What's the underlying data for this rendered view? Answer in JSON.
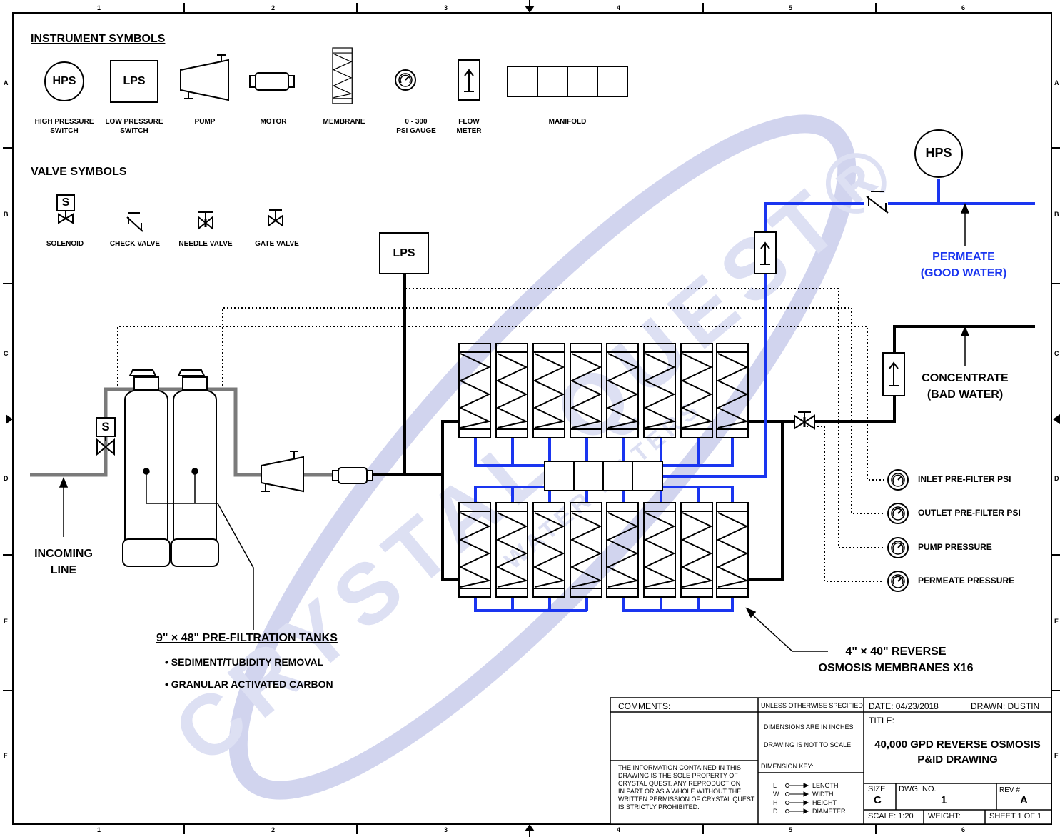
{
  "border": {
    "columns": [
      "1",
      "2",
      "3",
      "4",
      "5",
      "6"
    ],
    "rows": [
      "A",
      "B",
      "C",
      "D",
      "E",
      "F"
    ]
  },
  "instrument_symbols": {
    "heading": "INSTRUMENT SYMBOLS",
    "hps_text": "HPS",
    "lps_text": "LPS",
    "labels": {
      "hps": [
        "HIGH PRESSURE",
        "SWITCH"
      ],
      "lps": [
        "LOW PRESSURE",
        "SWITCH"
      ],
      "pump": "PUMP",
      "motor": "MOTOR",
      "membrane": "MEMBRANE",
      "gauge": [
        "0 - 300",
        "PSI GAUGE"
      ],
      "flow": [
        "FLOW",
        "METER"
      ],
      "manifold": "MANIFOLD"
    }
  },
  "valve_symbols": {
    "heading": "VALVE SYMBOLS",
    "solenoid_letter": "S",
    "labels": {
      "solenoid": "SOLENOID",
      "check": "CHECK VALVE",
      "needle": "NEEDLE VALVE",
      "gate": "GATE VALVE"
    }
  },
  "diagram": {
    "lps": "LPS",
    "hps": "HPS",
    "solenoid_letter": "S",
    "permeate": [
      "PERMEATE",
      "(GOOD WATER)"
    ],
    "concentrate": [
      "CONCENTRATE",
      "(BAD WATER)"
    ],
    "incoming": [
      "INCOMING",
      "LINE"
    ],
    "tanks_title": "9\" × 48\" PRE-FILTRATION TANKS",
    "tanks_bullets": [
      "• SEDIMENT/TUBIDITY REMOVAL",
      "• GRANULAR ACTIVATED CARBON"
    ],
    "membranes": [
      "4\" × 40\" REVERSE",
      "OSMOSIS MEMBRANES X16"
    ],
    "gauges": [
      "INLET PRE-FILTER PSI",
      "OUTLET PRE-FILTER PSI",
      "PUMP PRESSURE",
      "PERMEATE PRESSURE"
    ]
  },
  "watermark": {
    "text": "CRYSTAL QUEST®",
    "sub": "WATER FILTERS",
    "color": "#c9cdec"
  },
  "colors": {
    "permeate_line": "#1a35f0",
    "prefilter_line": "#7a7a7a",
    "concentrate_line": "#000000"
  },
  "title_block": {
    "comments": "COMMENTS:",
    "unless": "UNLESS OTHERWISE SPECIFIED:",
    "dims_inches": "DIMENSIONS ARE IN INCHES",
    "not_scale": "DRAWING IS NOT TO SCALE",
    "dim_key": "DIMENSION KEY:",
    "dim_key_items": [
      [
        "L",
        "LENGTH"
      ],
      [
        "W",
        "WIDTH"
      ],
      [
        "H",
        "HEIGHT"
      ],
      [
        "D",
        "DIAMETER"
      ]
    ],
    "property_notice": [
      "THE INFORMATION CONTAINED IN  THIS",
      "DRAWING IS THE SOLE PROPERTY OF",
      "CRYSTAL QUEST. ANY REPRODUCTION",
      "IN PART OR AS A WHOLE WITHOUT THE",
      "WRITTEN PERMISSION OF CRYSTAL QUEST",
      "IS STRICTLY PROHIBITED."
    ],
    "date": "DATE:  04/23/2018",
    "drawn": "DRAWN:  DUSTIN",
    "title_label": "TITLE:",
    "title": [
      "40,000 GPD REVERSE OSMOSIS",
      "P&ID DRAWING"
    ],
    "size_label": "SIZE",
    "size": "C",
    "dwg_label": "DWG. NO.",
    "dwg": "1",
    "rev_label": "REV #",
    "rev": "A",
    "scale": "SCALE:  1:20",
    "weight": "WEIGHT:",
    "sheet": "SHEET 1 OF 1"
  }
}
